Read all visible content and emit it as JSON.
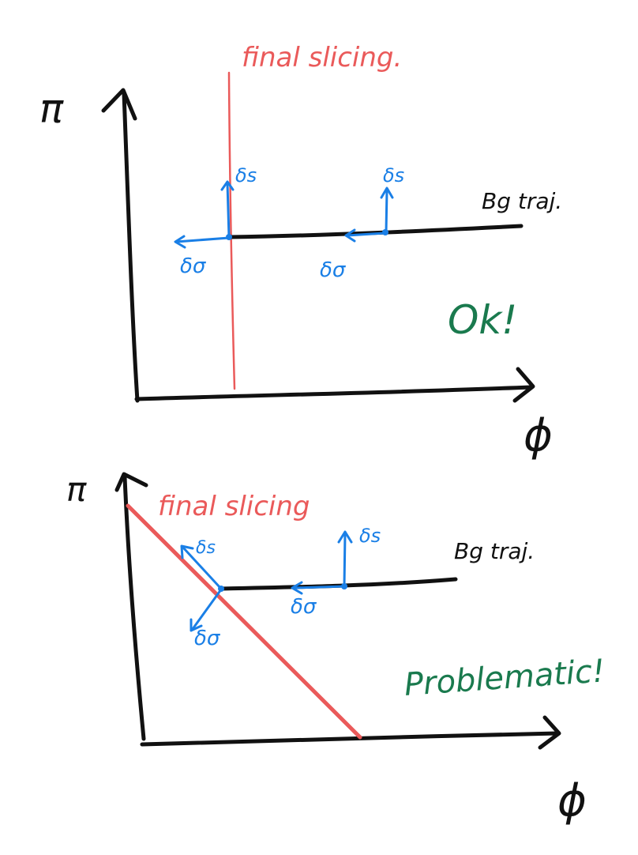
{
  "colors": {
    "axis": "#111111",
    "perturbation": "#1a7fe6",
    "final_slicing": "#ea5a5a",
    "verdict": "#1a7a4e"
  },
  "panels": [
    {
      "y_axis_label": "π",
      "x_axis_label": "ϕ",
      "final_slicing_label": "final slicing.",
      "trajectory_label": "Bg traj.",
      "ds_label_left": "δs",
      "dsigma_label_left": "δσ",
      "ds_label_right": "δs",
      "dsigma_label_right": "δσ",
      "verdict": "Ok!"
    },
    {
      "y_axis_label": "π",
      "x_axis_label": "ϕ",
      "final_slicing_label": "final slicing",
      "trajectory_label": "Bg traj.",
      "ds_label_left": "δs",
      "dsigma_label_left": "δσ",
      "ds_label_right": "δs",
      "dsigma_label_right": "δσ",
      "verdict": "Problematic!"
    }
  ]
}
